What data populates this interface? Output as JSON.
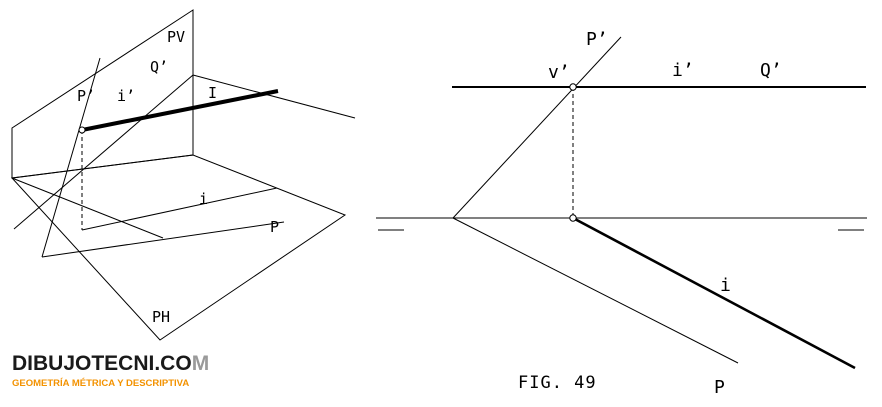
{
  "left_diagram": {
    "labels": {
      "pv": "PV",
      "ph": "PH",
      "q_prime": "Q’",
      "p_prime": "P’",
      "i_prime": "i’",
      "i_line": "I",
      "i": "i",
      "p": "P"
    }
  },
  "right_diagram": {
    "labels": {
      "p_prime": "P’",
      "v_prime": "v’",
      "i_prime": "i’",
      "q_prime": "Q’",
      "i": "i",
      "p": "P"
    },
    "figure_caption": "FIG. 49"
  },
  "logo": {
    "main_dark": "DIBUJOTECNI.CO",
    "main_light": "M",
    "subtitle": "GEOMETRÍA MÉTRICA Y DESCRIPTIVA",
    "colors": {
      "dark": "#1a1a1a",
      "light": "#9a9a9a",
      "accent": "#f39200"
    }
  }
}
